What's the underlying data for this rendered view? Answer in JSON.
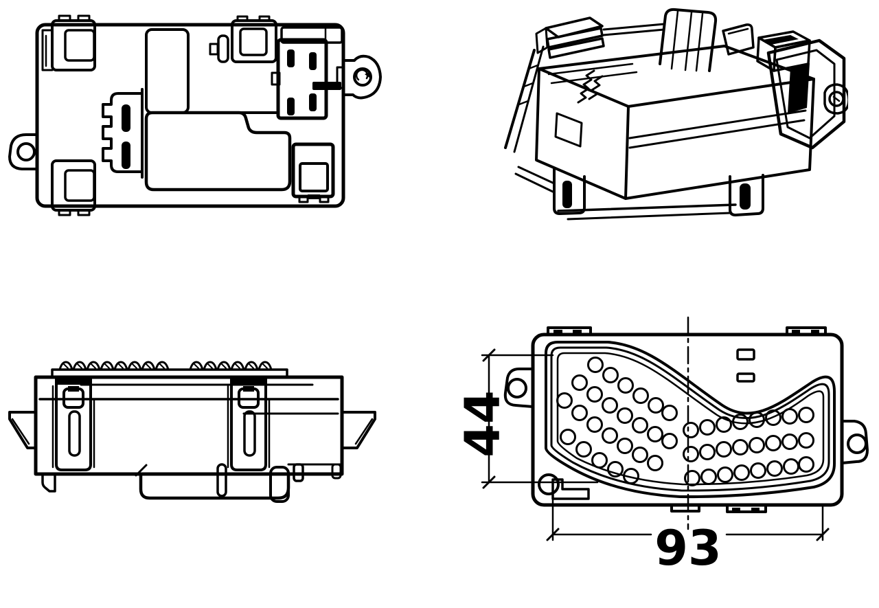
{
  "diagram": {
    "background_color": "#ffffff",
    "line_color": "#000000",
    "views": [
      {
        "name": "top-plan-view",
        "position": "top-left"
      },
      {
        "name": "isometric-view",
        "position": "top-right"
      },
      {
        "name": "side-elevation-view",
        "position": "bottom-left"
      },
      {
        "name": "front-face-view-with-dimensions",
        "position": "bottom-right"
      }
    ],
    "dimensions": {
      "height": {
        "value": "44",
        "orientation": "vertical"
      },
      "width": {
        "value": "93",
        "orientation": "horizontal"
      }
    }
  }
}
